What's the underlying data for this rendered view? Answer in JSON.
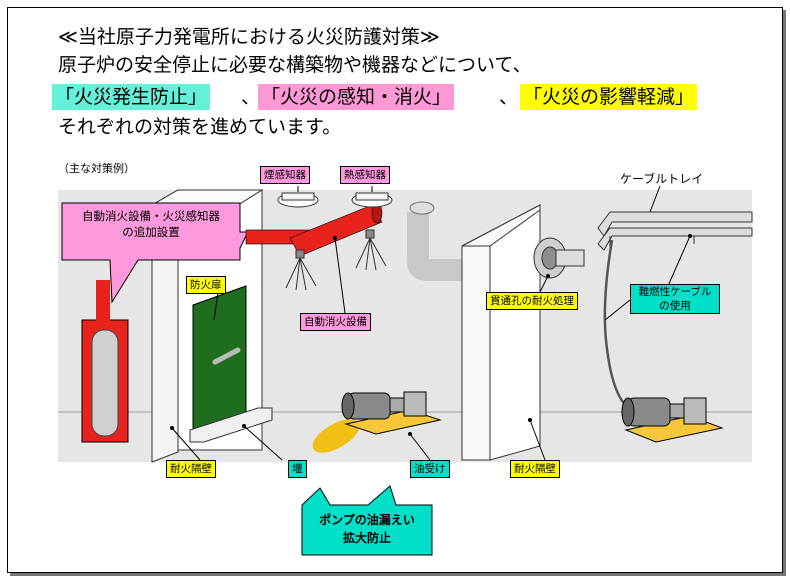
{
  "heading": {
    "line1": "≪当社原子力発電所における火災防護対策≫",
    "line2": "原子炉の安全停止に必要な構築物や機器などについて、",
    "tag_prevention": "「火災発生防止」",
    "sep1": "、",
    "tag_detection": "「火災の感知・消火」",
    "sep2": "、",
    "tag_mitigation": "「火災の影響軽減」",
    "line4": "それぞれの対策を進めています。"
  },
  "diagram": {
    "caption": "（主な対策例）",
    "labels": {
      "smoke_detector": "煙感知器",
      "heat_detector": "熱感知器",
      "cable_tray": "ケーブルトレイ",
      "auto_fire_added_l1": "自動消火設備・火災感知器",
      "auto_fire_added_l2": "の追加設置",
      "fire_door": "防火扉",
      "auto_extinguish": "自動消火設備",
      "penetration": "貫通孔の耐火処理",
      "flame_cable_l1": "難燃性ケーブル",
      "flame_cable_l2": "の使用",
      "fire_wall_left": "耐火隔壁",
      "dike": "堰",
      "oil_pan": "油受け",
      "fire_wall_right": "耐火隔壁",
      "pump_oil_l1": "ポンプの油漏えい",
      "pump_oil_l2": "拡大防止"
    },
    "colors": {
      "prevention": "#66f0d8",
      "detection": "#ff99d6",
      "mitigation": "#ffff00",
      "label_yellow": "#ffff00",
      "label_pink": "#ff99dd",
      "label_cyan": "#00e0c8",
      "pipe_red": "#e8231e",
      "door_green": "#1e6e1e",
      "room_bg": "#e6e6e6"
    }
  }
}
